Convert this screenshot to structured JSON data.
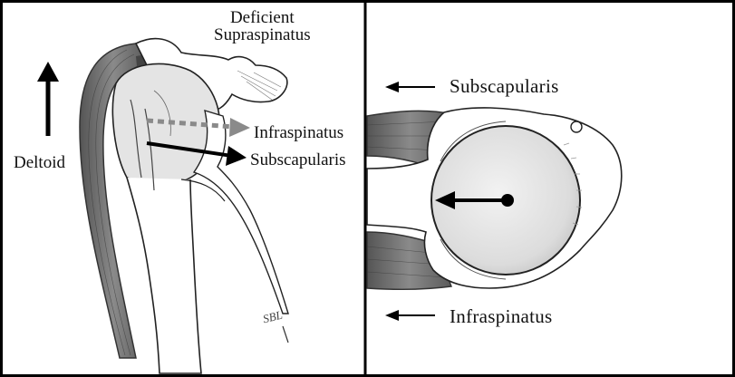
{
  "figure": {
    "left_panel": {
      "label_deficient_line1": "Deficient",
      "label_deficient_line2": "Supraspinatus",
      "label_infraspinatus": "Infraspinatus",
      "label_subscapularis": "Subscapularis",
      "label_deltoid": "Deltoid",
      "signature": "SBL"
    },
    "right_panel": {
      "label_subscapularis": "Subscapularis",
      "label_infraspinatus": "Infraspinatus"
    }
  },
  "colors": {
    "frame": "#000000",
    "muscle": "#6e6e6e",
    "humeral_head": "#e2e2e2",
    "dashed_arrow": "#8a8a8a"
  }
}
